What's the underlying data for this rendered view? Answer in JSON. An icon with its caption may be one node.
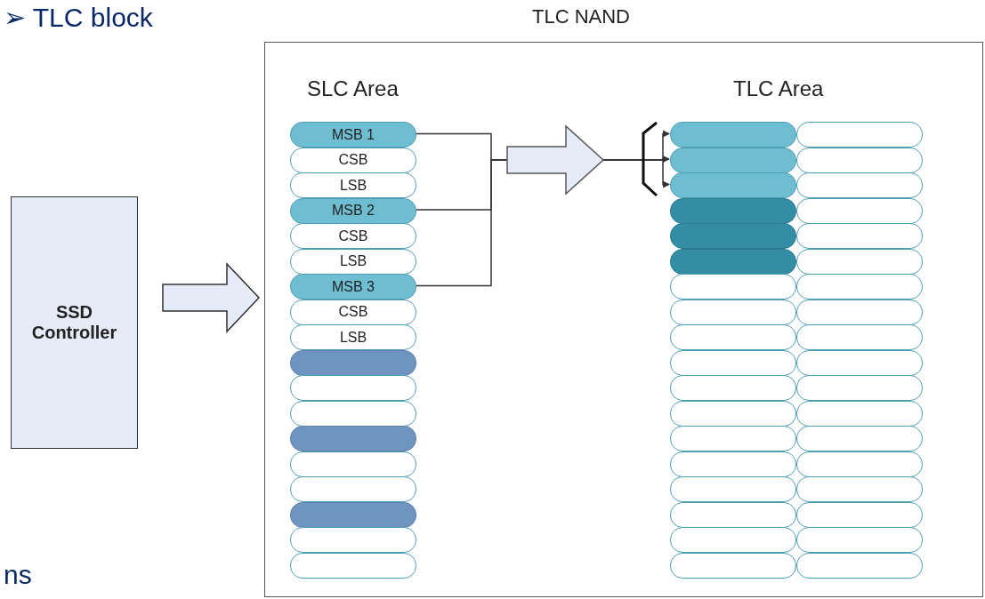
{
  "diagram": {
    "nodes": [
      {
        "text": [
          "SSD Controller"
        ]
      },
      {
        "text": [
          "TLC NAND"
        ]
      },
      {
        "text": [
          "MSB 1"
        ],
        "in": 1
      },
      {
        "text": [
          "CSB"
        ],
        "in": 1
      },
      {
        "text": [
          "LSB"
        ],
        "in": 1
      },
      {
        "text": [
          "MSB 2"
        ],
        "in": 1
      },
      {
        "text": [
          "CSB"
        ],
        "in": 1
      },
      {
        "text": [
          "LSB"
        ],
        "in": 1
      },
      {
        "text": [
          "MSB 3"
        ],
        "in": 1
      },
      {
        "text": [
          "CSB"
        ],
        "in": 1
      },
      {
        "text": [
          "LSB"
        ],
        "in": 1
      },
      {
        "text": [],
        "shape": "box",
        "in": 1
      },
      {
        "text": [],
        "shape": "box",
        "in": 1
      },
      {
        "text": [],
        "shape": "box",
        "in": 1
      },
      {
        "text": [],
        "shape": "box",
        "in": 1
      },
      {
        "text": [],
        "shape": "box",
        "in": 1
      },
      {
        "text": [],
        "shape": "box",
        "in": 1
      },
      {
        "text": [],
        "shape": "box",
        "in": 1
      },
      {
        "text": [],
        "shape": "box",
        "in": 1
      },
      {
        "text": [],
        "shape": "box",
        "in": 1
      },
      {
        "text": [],
        "shape": "box",
        "in": 1
      },
      {
        "text": [],
        "shape": "box",
        "in": 1
      },
      {
        "text": [],
        "shape": "box",
        "in": 1
      },
      {
        "text": [],
        "shape": "box",
        "in": 1
      },
      {
        "text": [],
        "shape": "box",
        "in": 1
      },
      {
        "text": [],
        "shape": "box",
        "in": 1
      },
      {
        "text": [],
        "shape": "box",
        "in": 1
      },
      {
        "text": [],
        "shape": "box",
        "in": 1
      },
      {
        "text": [],
        "shape": "box",
        "in": 1
      },
      {
        "text": [],
        "shape": "box",
        "in": 1
      },
      {
        "text": [],
        "shape": "box",
        "in": 1
      },
      {
        "text": [],
        "shape": "box",
        "in": 1
      },
      {
        "text": [],
        "shape": "box",
        "in": 1
      },
      {
        "text": [],
        "shape": "box",
        "in": 1
      },
      {
        "text": [],
        "shape": "box",
        "in": 1
      },
      {
        "text": [],
        "shape": "box",
        "in": 1
      },
      {
        "text": [],
        "shape": "box",
        "in": 1
      },
      {
        "text": [],
        "shape": "box",
        "in": 1
      },
      {
        "text": [],
        "shape": "box",
        "in": 1
      },
      {
        "text": [],
        "shape": "box",
        "in": 1
      },
      {
        "text": [],
        "shape": "box",
        "in": 1
      },
      {
        "text": [],
        "shape": "box",
        "in": 1
      },
      {
        "text": [],
        "shape": "box",
        "in": 1
      },
      {
        "text": [],
        "shape": "box",
        "in": 1
      },
      {
        "text": [],
        "shape": "box",
        "in": 1
      },
      {
        "text": [],
        "shape": "box",
        "in": 1
      },
      {
        "text": [],
        "shape": "box",
        "in": 1
      },
      {
        "text": [],
        "shape": "box",
        "in": 1
      },
      {
        "text": [],
        "shape": "box",
        "in": 1
      },
      {
        "text": [],
        "shape": "box",
        "in": 1
      },
      {
        "text": [],
        "shape": "box",
        "in": 1
      },
      {
        "text": [],
        "shape": "box",
        "in": 1
      },
      {
        "text": [],
        "shape": "box",
        "in": 1
      },
      {
        "text": [],
        "shape": "box",
        "in": 1
      },
      {
        "text": [],
        "shape": "box",
        "in": 1
      },
      {
        "text": [],
        "shape": "box",
        "in": 1
      }
    ],
    "edges": [
      {
        "from": 0,
        "to": 1,
        "arrow": "to"
      },
      {
        "from": 2,
        "to": 20,
        "arrow": "to"
      },
      {
        "from": 5,
        "to": 22,
        "arrow": "to"
      },
      {
        "from": 8,
        "to": 24,
        "arrow": "to"
      }
    ],
    "labels": [
      "➢ TLC block",
      "SLC Area",
      "TLC Area",
      "ns"
    ]
  }
}
